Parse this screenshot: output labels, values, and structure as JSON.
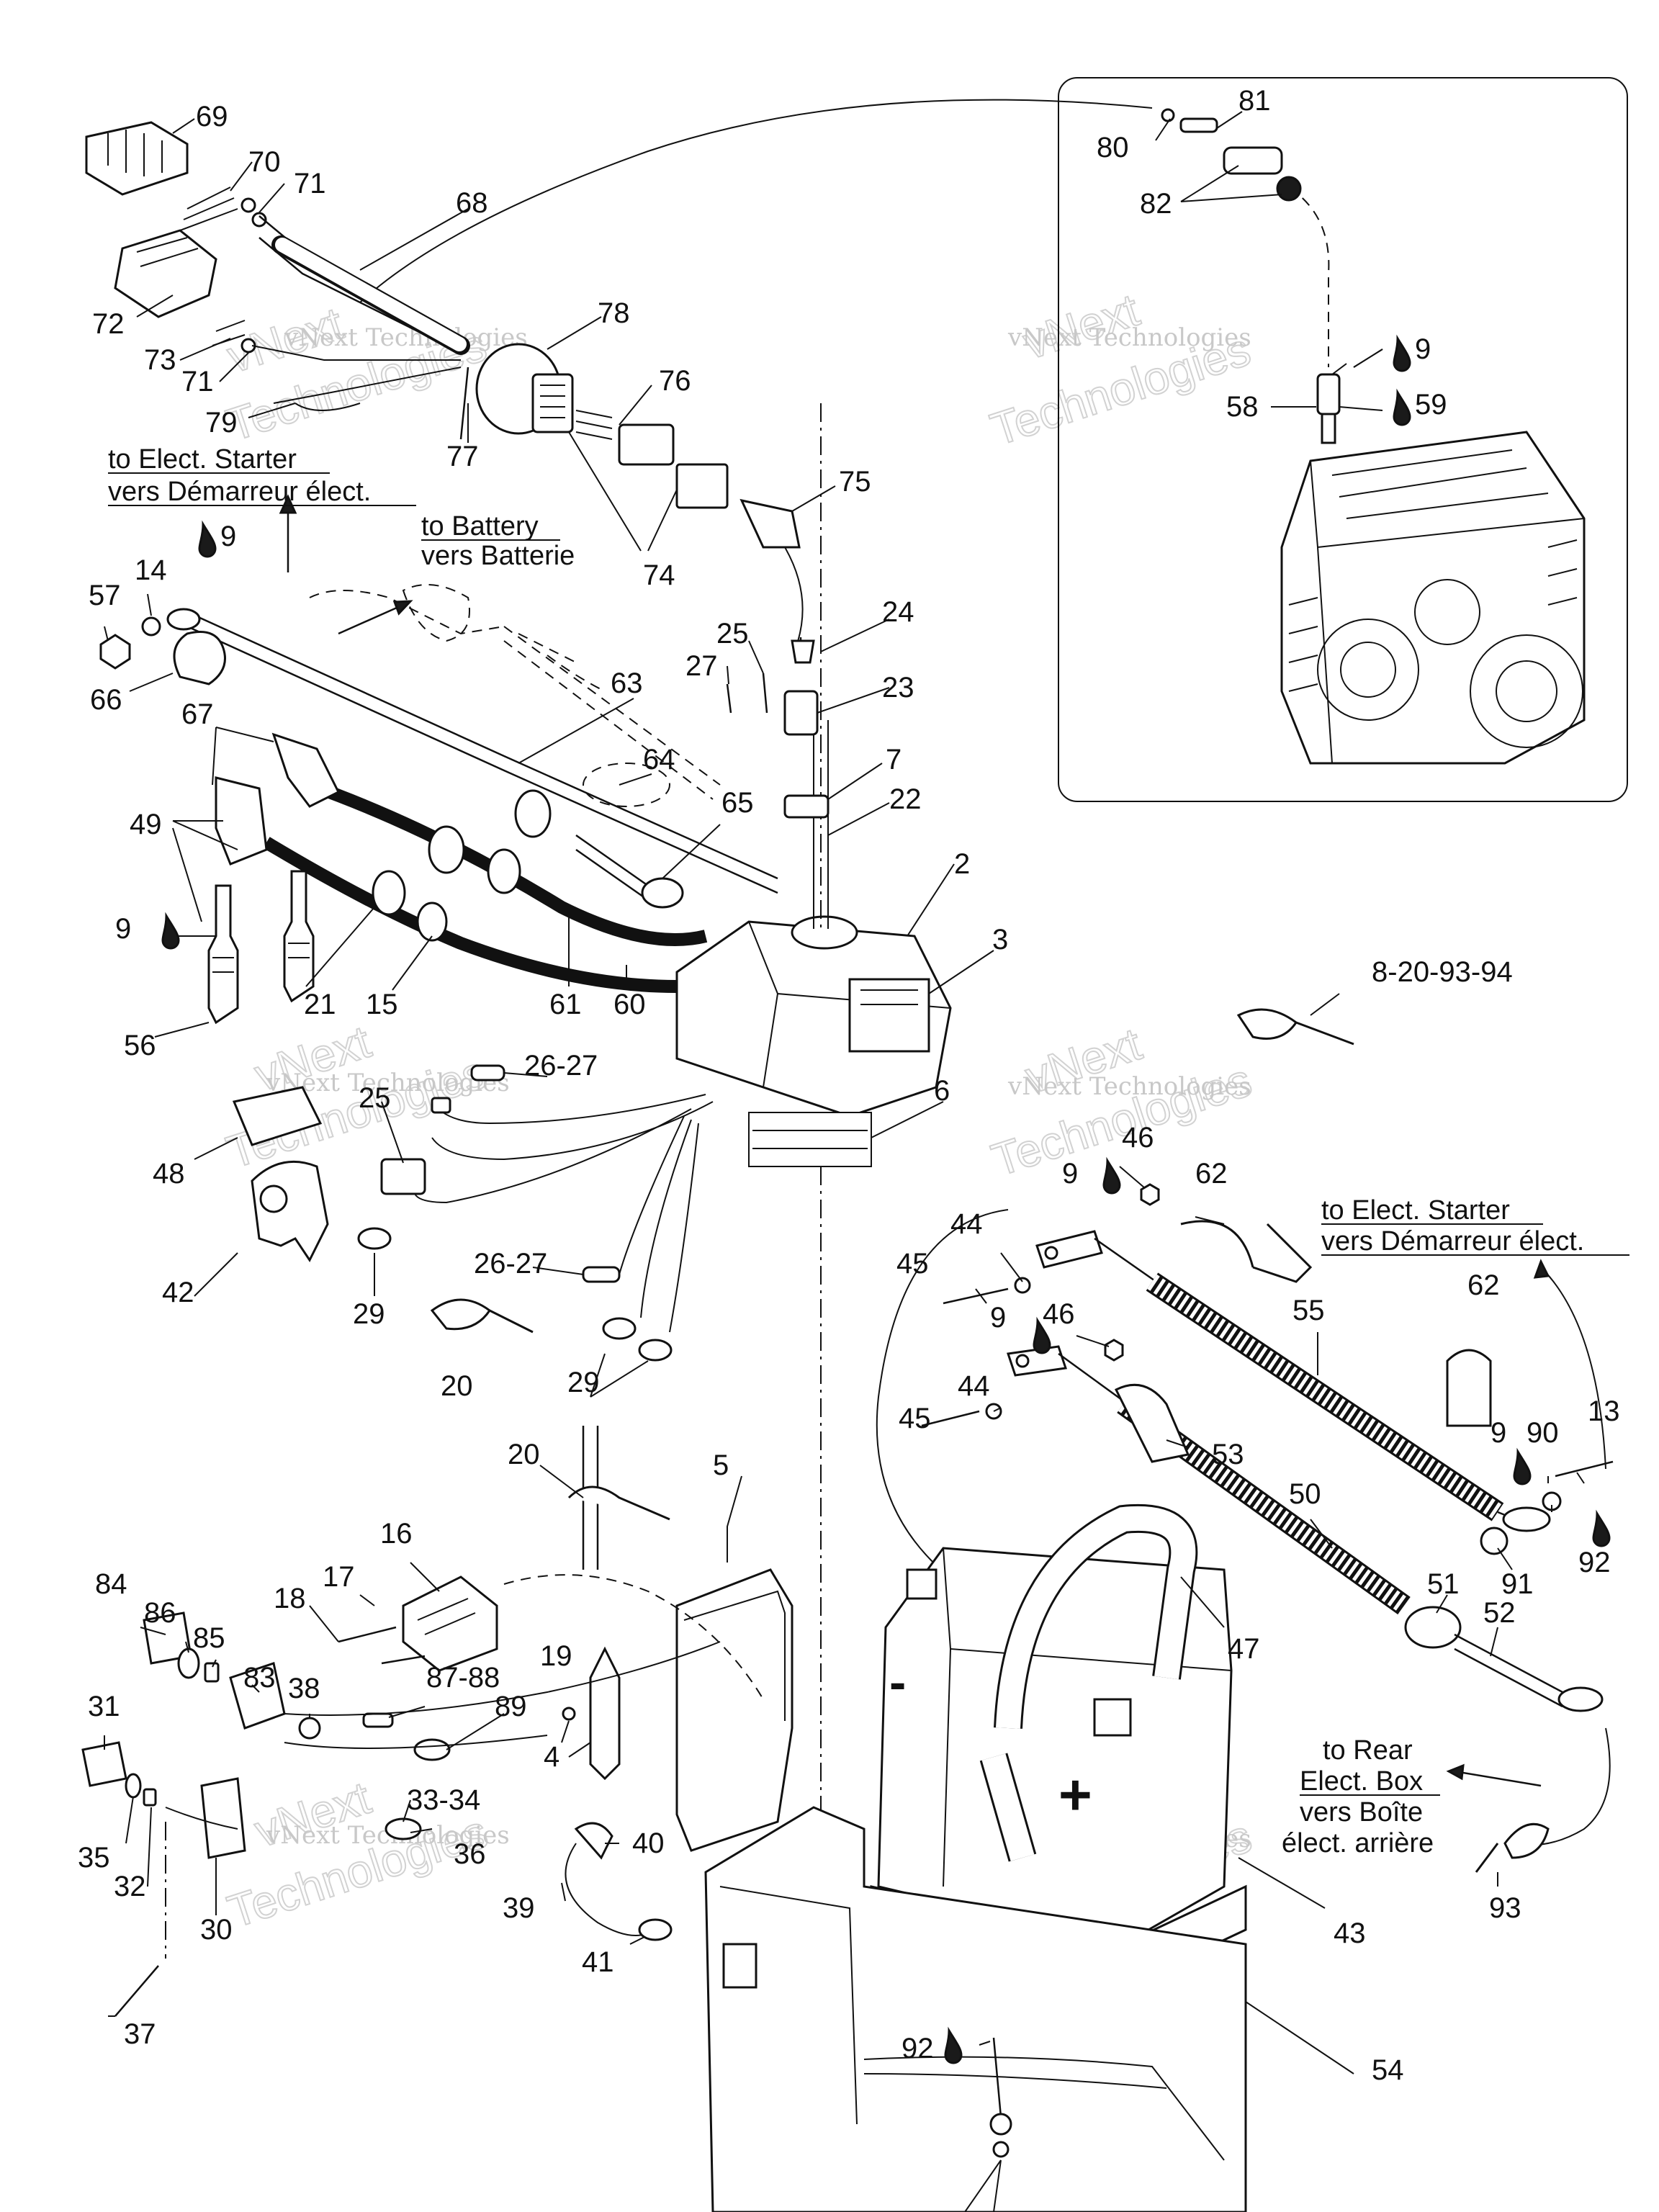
{
  "labels": [
    {
      "text": "69"
    },
    {
      "text": "70"
    },
    {
      "text": "71"
    },
    {
      "text": "68"
    },
    {
      "text": "72"
    },
    {
      "text": "73"
    },
    {
      "text": "71"
    },
    {
      "text": "79"
    },
    {
      "text": "78"
    },
    {
      "text": "76"
    },
    {
      "text": "77"
    },
    {
      "text": "74"
    },
    {
      "text": "75"
    },
    {
      "text": "80"
    },
    {
      "text": "81"
    },
    {
      "text": "82"
    },
    {
      "text": "9"
    },
    {
      "text": "58"
    },
    {
      "text": "59"
    },
    {
      "text": "9"
    },
    {
      "text": "14"
    },
    {
      "text": "57"
    },
    {
      "text": "66"
    },
    {
      "text": "67"
    },
    {
      "text": "63"
    },
    {
      "text": "64"
    },
    {
      "text": "65"
    },
    {
      "text": "49"
    },
    {
      "text": "9"
    },
    {
      "text": "56"
    },
    {
      "text": "21"
    },
    {
      "text": "15"
    },
    {
      "text": "61"
    },
    {
      "text": "60"
    },
    {
      "text": "2"
    },
    {
      "text": "3"
    },
    {
      "text": "25"
    },
    {
      "text": "27"
    },
    {
      "text": "24"
    },
    {
      "text": "23"
    },
    {
      "text": "7"
    },
    {
      "text": "22"
    },
    {
      "text": "26-27"
    },
    {
      "text": "25"
    },
    {
      "text": "48"
    },
    {
      "text": "42"
    },
    {
      "text": "29"
    },
    {
      "text": "26-27"
    },
    {
      "text": "20"
    },
    {
      "text": "29"
    },
    {
      "text": "6"
    },
    {
      "text": "8-20-93-94"
    },
    {
      "text": "9"
    },
    {
      "text": "46"
    },
    {
      "text": "62"
    },
    {
      "text": "44"
    },
    {
      "text": "45"
    },
    {
      "text": "9"
    },
    {
      "text": "46"
    },
    {
      "text": "55"
    },
    {
      "text": "62"
    },
    {
      "text": "44"
    },
    {
      "text": "45"
    },
    {
      "text": "53"
    },
    {
      "text": "9"
    },
    {
      "text": "90"
    },
    {
      "text": "13"
    },
    {
      "text": "50"
    },
    {
      "text": "91"
    },
    {
      "text": "92"
    },
    {
      "text": "51"
    },
    {
      "text": "52"
    },
    {
      "text": "20"
    },
    {
      "text": "5"
    },
    {
      "text": "16"
    },
    {
      "text": "17"
    },
    {
      "text": "18"
    },
    {
      "text": "84"
    },
    {
      "text": "86"
    },
    {
      "text": "85"
    },
    {
      "text": "83"
    },
    {
      "text": "38"
    },
    {
      "text": "87-88"
    },
    {
      "text": "89"
    },
    {
      "text": "19"
    },
    {
      "text": "47"
    },
    {
      "text": "4"
    },
    {
      "text": "31"
    },
    {
      "text": "33-34"
    },
    {
      "text": "36"
    },
    {
      "text": "40"
    },
    {
      "text": "35"
    },
    {
      "text": "32"
    },
    {
      "text": "30"
    },
    {
      "text": "39"
    },
    {
      "text": "41"
    },
    {
      "text": "43"
    },
    {
      "text": "93"
    },
    {
      "text": "37"
    },
    {
      "text": "92"
    },
    {
      "text": "54"
    }
  ],
  "notes": {
    "starter_top_en": "to Elect. Starter",
    "starter_top_fr": "vers Démarreur élect.",
    "battery_en": "to Battery",
    "battery_fr": "vers Batterie",
    "starter_right_en": "to Elect. Starter",
    "starter_right_fr": "vers Démarreur élect.",
    "rear_box_l1": "to Rear",
    "rear_box_l2": "Elect. Box",
    "rear_box_l3": "vers Boîte",
    "rear_box_l4": "élect. arrière"
  },
  "symbols": {
    "minus": "-",
    "plus": "+",
    "droplet_icon": "oil-droplet"
  },
  "watermarks": {
    "line1": "vNext Technologies",
    "word_a": "vNext",
    "word_b": "Technologies"
  }
}
